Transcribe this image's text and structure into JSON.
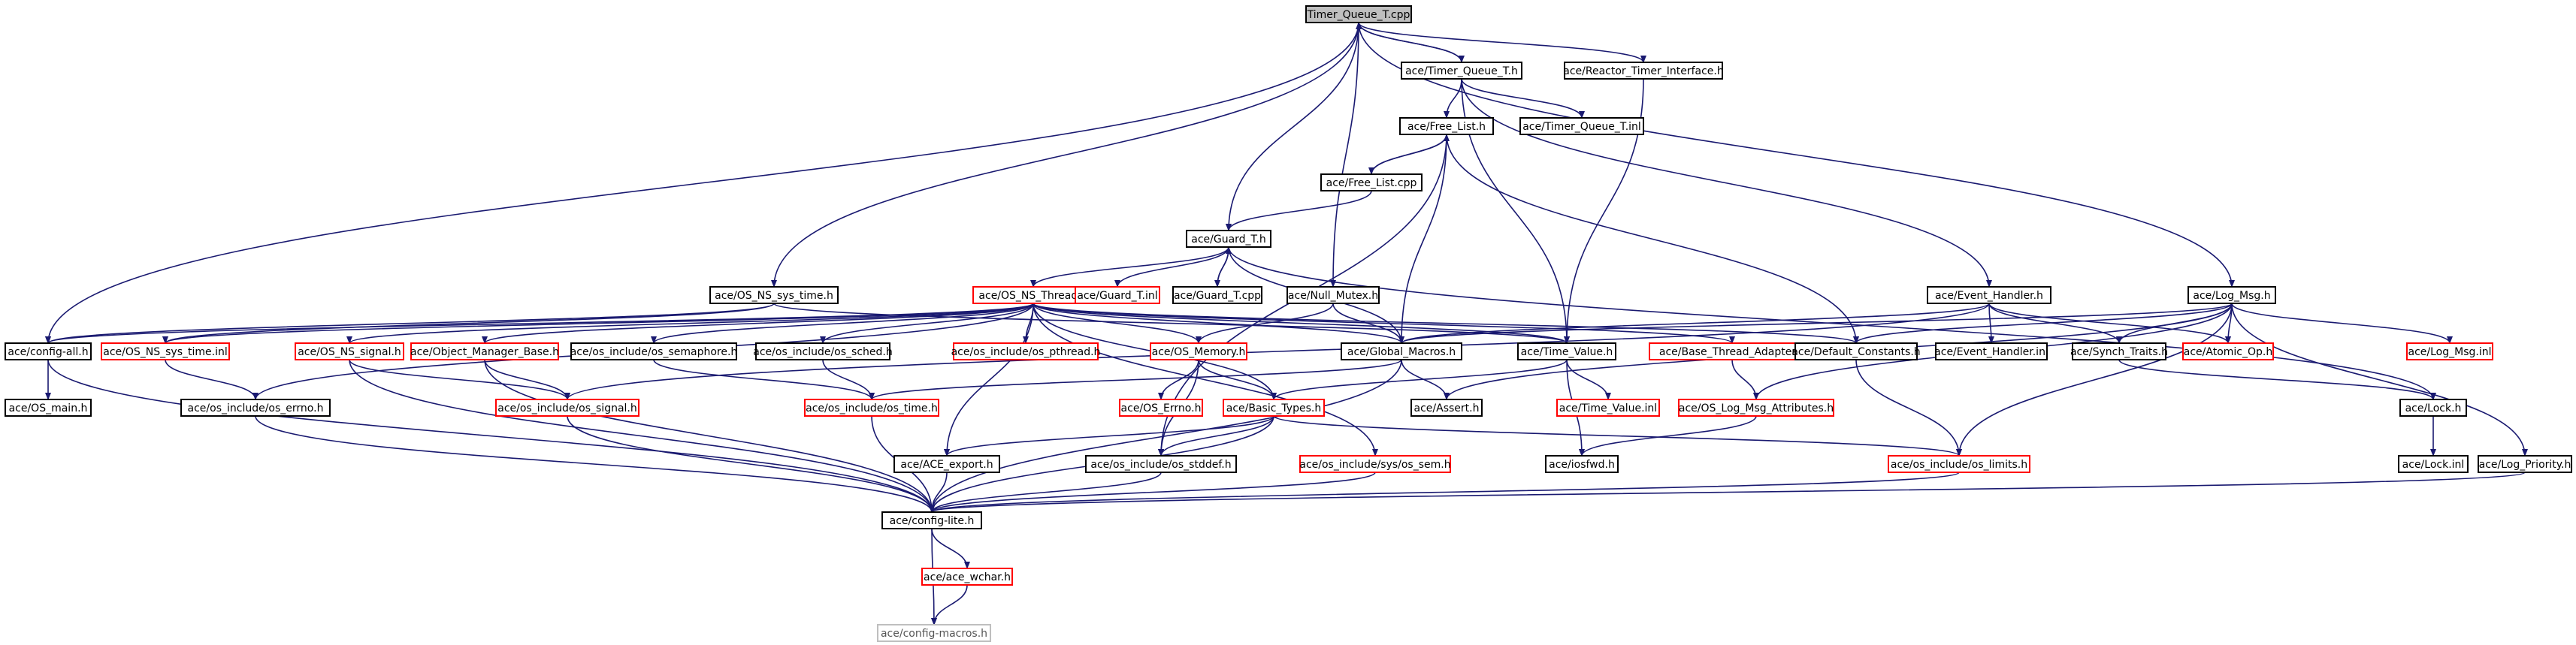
{
  "diagram": {
    "nodes": [
      {
        "id": "root",
        "label": "Timer_Queue_T.cpp",
        "style": "root"
      },
      {
        "id": "tq_h",
        "label": "ace/Timer_Queue_T.h",
        "style": "black"
      },
      {
        "id": "rti",
        "label": "ace/Reactor_Timer_Interface.h",
        "style": "black"
      },
      {
        "id": "free_list_h",
        "label": "ace/Free_List.h",
        "style": "black"
      },
      {
        "id": "tq_inl",
        "label": "ace/Timer_Queue_T.inl",
        "style": "black"
      },
      {
        "id": "free_list_cpp",
        "label": "ace/Free_List.cpp",
        "style": "black"
      },
      {
        "id": "guard_h",
        "label": "ace/Guard_T.h",
        "style": "black"
      },
      {
        "id": "sys_time",
        "label": "ace/OS_NS_sys_time.h",
        "style": "black"
      },
      {
        "id": "os_thread",
        "label": "ace/OS_NS_Thread.h",
        "style": "red"
      },
      {
        "id": "guard_inl",
        "label": "ace/Guard_T.inl",
        "style": "red"
      },
      {
        "id": "guard_cpp",
        "label": "ace/Guard_T.cpp",
        "style": "black"
      },
      {
        "id": "null_mutex",
        "label": "ace/Null_Mutex.h",
        "style": "black"
      },
      {
        "id": "event_handler",
        "label": "ace/Event_Handler.h",
        "style": "black"
      },
      {
        "id": "log_msg",
        "label": "ace/Log_Msg.h",
        "style": "black"
      },
      {
        "id": "config_all",
        "label": "ace/config-all.h",
        "style": "black"
      },
      {
        "id": "sys_time_inl",
        "label": "ace/OS_NS_sys_time.inl",
        "style": "red"
      },
      {
        "id": "os_signal",
        "label": "ace/OS_NS_signal.h",
        "style": "red"
      },
      {
        "id": "omb",
        "label": "ace/Object_Manager_Base.h",
        "style": "red"
      },
      {
        "id": "os_sem",
        "label": "ace/os_include/os_semaphore.h",
        "style": "black"
      },
      {
        "id": "os_sched",
        "label": "ace/os_include/os_sched.h",
        "style": "black"
      },
      {
        "id": "os_pthread",
        "label": "ace/os_include/os_pthread.h",
        "style": "red"
      },
      {
        "id": "os_memory",
        "label": "ace/OS_Memory.h",
        "style": "red"
      },
      {
        "id": "global_macros",
        "label": "ace/Global_Macros.h",
        "style": "black"
      },
      {
        "id": "time_value",
        "label": "ace/Time_Value.h",
        "style": "black"
      },
      {
        "id": "bta",
        "label": "ace/Base_Thread_Adapter.h",
        "style": "red"
      },
      {
        "id": "default_const",
        "label": "ace/Default_Constants.h",
        "style": "black"
      },
      {
        "id": "eh_inl",
        "label": "ace/Event_Handler.inl",
        "style": "black"
      },
      {
        "id": "synch_traits",
        "label": "ace/Synch_Traits.h",
        "style": "black"
      },
      {
        "id": "atomic_op",
        "label": "ace/Atomic_Op.h",
        "style": "red"
      },
      {
        "id": "log_msg_inl",
        "label": "ace/Log_Msg.inl",
        "style": "red"
      },
      {
        "id": "os_main",
        "label": "ace/OS_main.h",
        "style": "black"
      },
      {
        "id": "os_errno",
        "label": "ace/os_include/os_errno.h",
        "style": "black"
      },
      {
        "id": "os_signal_h",
        "label": "ace/os_include/os_signal.h",
        "style": "red"
      },
      {
        "id": "os_time",
        "label": "ace/os_include/os_time.h",
        "style": "red"
      },
      {
        "id": "os_errno_ace",
        "label": "ace/OS_Errno.h",
        "style": "red"
      },
      {
        "id": "basic_types",
        "label": "ace/Basic_Types.h",
        "style": "red"
      },
      {
        "id": "assert_h",
        "label": "ace/Assert.h",
        "style": "black"
      },
      {
        "id": "tv_inl",
        "label": "ace/Time_Value.inl",
        "style": "red"
      },
      {
        "id": "olma",
        "label": "ace/OS_Log_Msg_Attributes.h",
        "style": "red"
      },
      {
        "id": "lock_h",
        "label": "ace/Lock.h",
        "style": "black"
      },
      {
        "id": "ace_export",
        "label": "ace/ACE_export.h",
        "style": "black"
      },
      {
        "id": "os_stddef",
        "label": "ace/os_include/os_stddef.h",
        "style": "black"
      },
      {
        "id": "os_sys_sem",
        "label": "ace/os_include/sys/os_sem.h",
        "style": "red"
      },
      {
        "id": "iosfwd",
        "label": "ace/iosfwd.h",
        "style": "black"
      },
      {
        "id": "os_limits",
        "label": "ace/os_include/os_limits.h",
        "style": "red"
      },
      {
        "id": "lock_inl",
        "label": "ace/Lock.inl",
        "style": "black"
      },
      {
        "id": "log_priority",
        "label": "ace/Log_Priority.h",
        "style": "black"
      },
      {
        "id": "config_lite",
        "label": "ace/config-lite.h",
        "style": "black"
      },
      {
        "id": "ace_wchar",
        "label": "ace/ace_wchar.h",
        "style": "red"
      },
      {
        "id": "config_macros",
        "label": "ace/config-macros.h",
        "style": "gray"
      }
    ],
    "edges": [
      [
        "root",
        "tq_h"
      ],
      [
        "root",
        "rti"
      ],
      [
        "root",
        "guard_h"
      ],
      [
        "root",
        "null_mutex"
      ],
      [
        "root",
        "sys_time"
      ],
      [
        "root",
        "config_all"
      ],
      [
        "root",
        "log_msg"
      ],
      [
        "tq_h",
        "root"
      ],
      [
        "tq_h",
        "free_list_h"
      ],
      [
        "tq_h",
        "tq_inl"
      ],
      [
        "tq_h",
        "time_value"
      ],
      [
        "tq_h",
        "event_handler"
      ],
      [
        "rti",
        "time_value"
      ],
      [
        "free_list_h",
        "free_list_cpp"
      ],
      [
        "free_list_h",
        "global_macros"
      ],
      [
        "free_list_h",
        "default_const"
      ],
      [
        "free_list_h",
        "os_stddef"
      ],
      [
        "free_list_cpp",
        "free_list_h"
      ],
      [
        "free_list_cpp",
        "guard_h"
      ],
      [
        "guard_h",
        "os_thread"
      ],
      [
        "guard_h",
        "guard_inl"
      ],
      [
        "guard_h",
        "guard_cpp"
      ],
      [
        "guard_h",
        "global_macros"
      ],
      [
        "guard_h",
        "lock_h"
      ],
      [
        "guard_cpp",
        "guard_h"
      ],
      [
        "null_mutex",
        "os_memory"
      ],
      [
        "null_mutex",
        "global_macros"
      ],
      [
        "sys_time",
        "config_all"
      ],
      [
        "sys_time",
        "time_value"
      ],
      [
        "sys_time",
        "sys_time_inl"
      ],
      [
        "os_thread",
        "config_all"
      ],
      [
        "os_thread",
        "sys_time_inl"
      ],
      [
        "os_thread",
        "os_signal"
      ],
      [
        "os_thread",
        "omb"
      ],
      [
        "os_thread",
        "os_sem"
      ],
      [
        "os_thread",
        "os_sched"
      ],
      [
        "os_thread",
        "os_pthread"
      ],
      [
        "os_thread",
        "os_memory"
      ],
      [
        "os_thread",
        "global_macros"
      ],
      [
        "os_thread",
        "time_value"
      ],
      [
        "os_thread",
        "bta"
      ],
      [
        "os_thread",
        "default_const"
      ],
      [
        "os_thread",
        "ace_export"
      ],
      [
        "os_thread",
        "os_sys_sem"
      ],
      [
        "os_thread",
        "basic_types"
      ],
      [
        "os_thread",
        "os_errno"
      ],
      [
        "event_handler",
        "global_macros"
      ],
      [
        "event_handler",
        "eh_inl"
      ],
      [
        "event_handler",
        "synch_traits"
      ],
      [
        "event_handler",
        "atomic_op"
      ],
      [
        "event_handler",
        "os_signal_h"
      ],
      [
        "log_msg",
        "default_const"
      ],
      [
        "log_msg",
        "synch_traits"
      ],
      [
        "log_msg",
        "atomic_op"
      ],
      [
        "log_msg",
        "log_msg_inl"
      ],
      [
        "log_msg",
        "global_macros"
      ],
      [
        "log_msg",
        "olma"
      ],
      [
        "log_msg",
        "assert_h"
      ],
      [
        "log_msg",
        "os_limits"
      ],
      [
        "log_msg",
        "log_priority"
      ],
      [
        "config_all",
        "os_main"
      ],
      [
        "config_all",
        "config_lite"
      ],
      [
        "sys_time_inl",
        "os_errno"
      ],
      [
        "os_signal",
        "os_signal_h"
      ],
      [
        "os_signal",
        "config_lite"
      ],
      [
        "omb",
        "os_signal_h"
      ],
      [
        "omb",
        "config_lite"
      ],
      [
        "os_sem",
        "os_time"
      ],
      [
        "os_sched",
        "os_time"
      ],
      [
        "os_memory",
        "os_errno_ace"
      ],
      [
        "os_memory",
        "basic_types"
      ],
      [
        "os_memory",
        "os_stddef"
      ],
      [
        "global_macros",
        "assert_h"
      ],
      [
        "global_macros",
        "config_lite"
      ],
      [
        "global_macros",
        "os_time"
      ],
      [
        "time_value",
        "tv_inl"
      ],
      [
        "time_value",
        "basic_types"
      ],
      [
        "time_value",
        "iosfwd"
      ],
      [
        "bta",
        "olma"
      ],
      [
        "default_const",
        "os_limits"
      ],
      [
        "synch_traits",
        "lock_h"
      ],
      [
        "os_errno",
        "config_lite"
      ],
      [
        "os_signal_h",
        "config_lite"
      ],
      [
        "os_time",
        "config_lite"
      ],
      [
        "basic_types",
        "ace_export"
      ],
      [
        "basic_types",
        "os_stddef"
      ],
      [
        "basic_types",
        "os_limits"
      ],
      [
        "basic_types",
        "config_lite"
      ],
      [
        "olma",
        "iosfwd"
      ],
      [
        "lock_h",
        "lock_inl"
      ],
      [
        "ace_export",
        "config_lite"
      ],
      [
        "os_stddef",
        "config_lite"
      ],
      [
        "os_sys_sem",
        "config_lite"
      ],
      [
        "os_limits",
        "config_lite"
      ],
      [
        "log_priority",
        "config_lite"
      ],
      [
        "config_lite",
        "ace_wchar"
      ],
      [
        "config_lite",
        "config_macros"
      ],
      [
        "ace_wchar",
        "config_macros"
      ]
    ]
  }
}
